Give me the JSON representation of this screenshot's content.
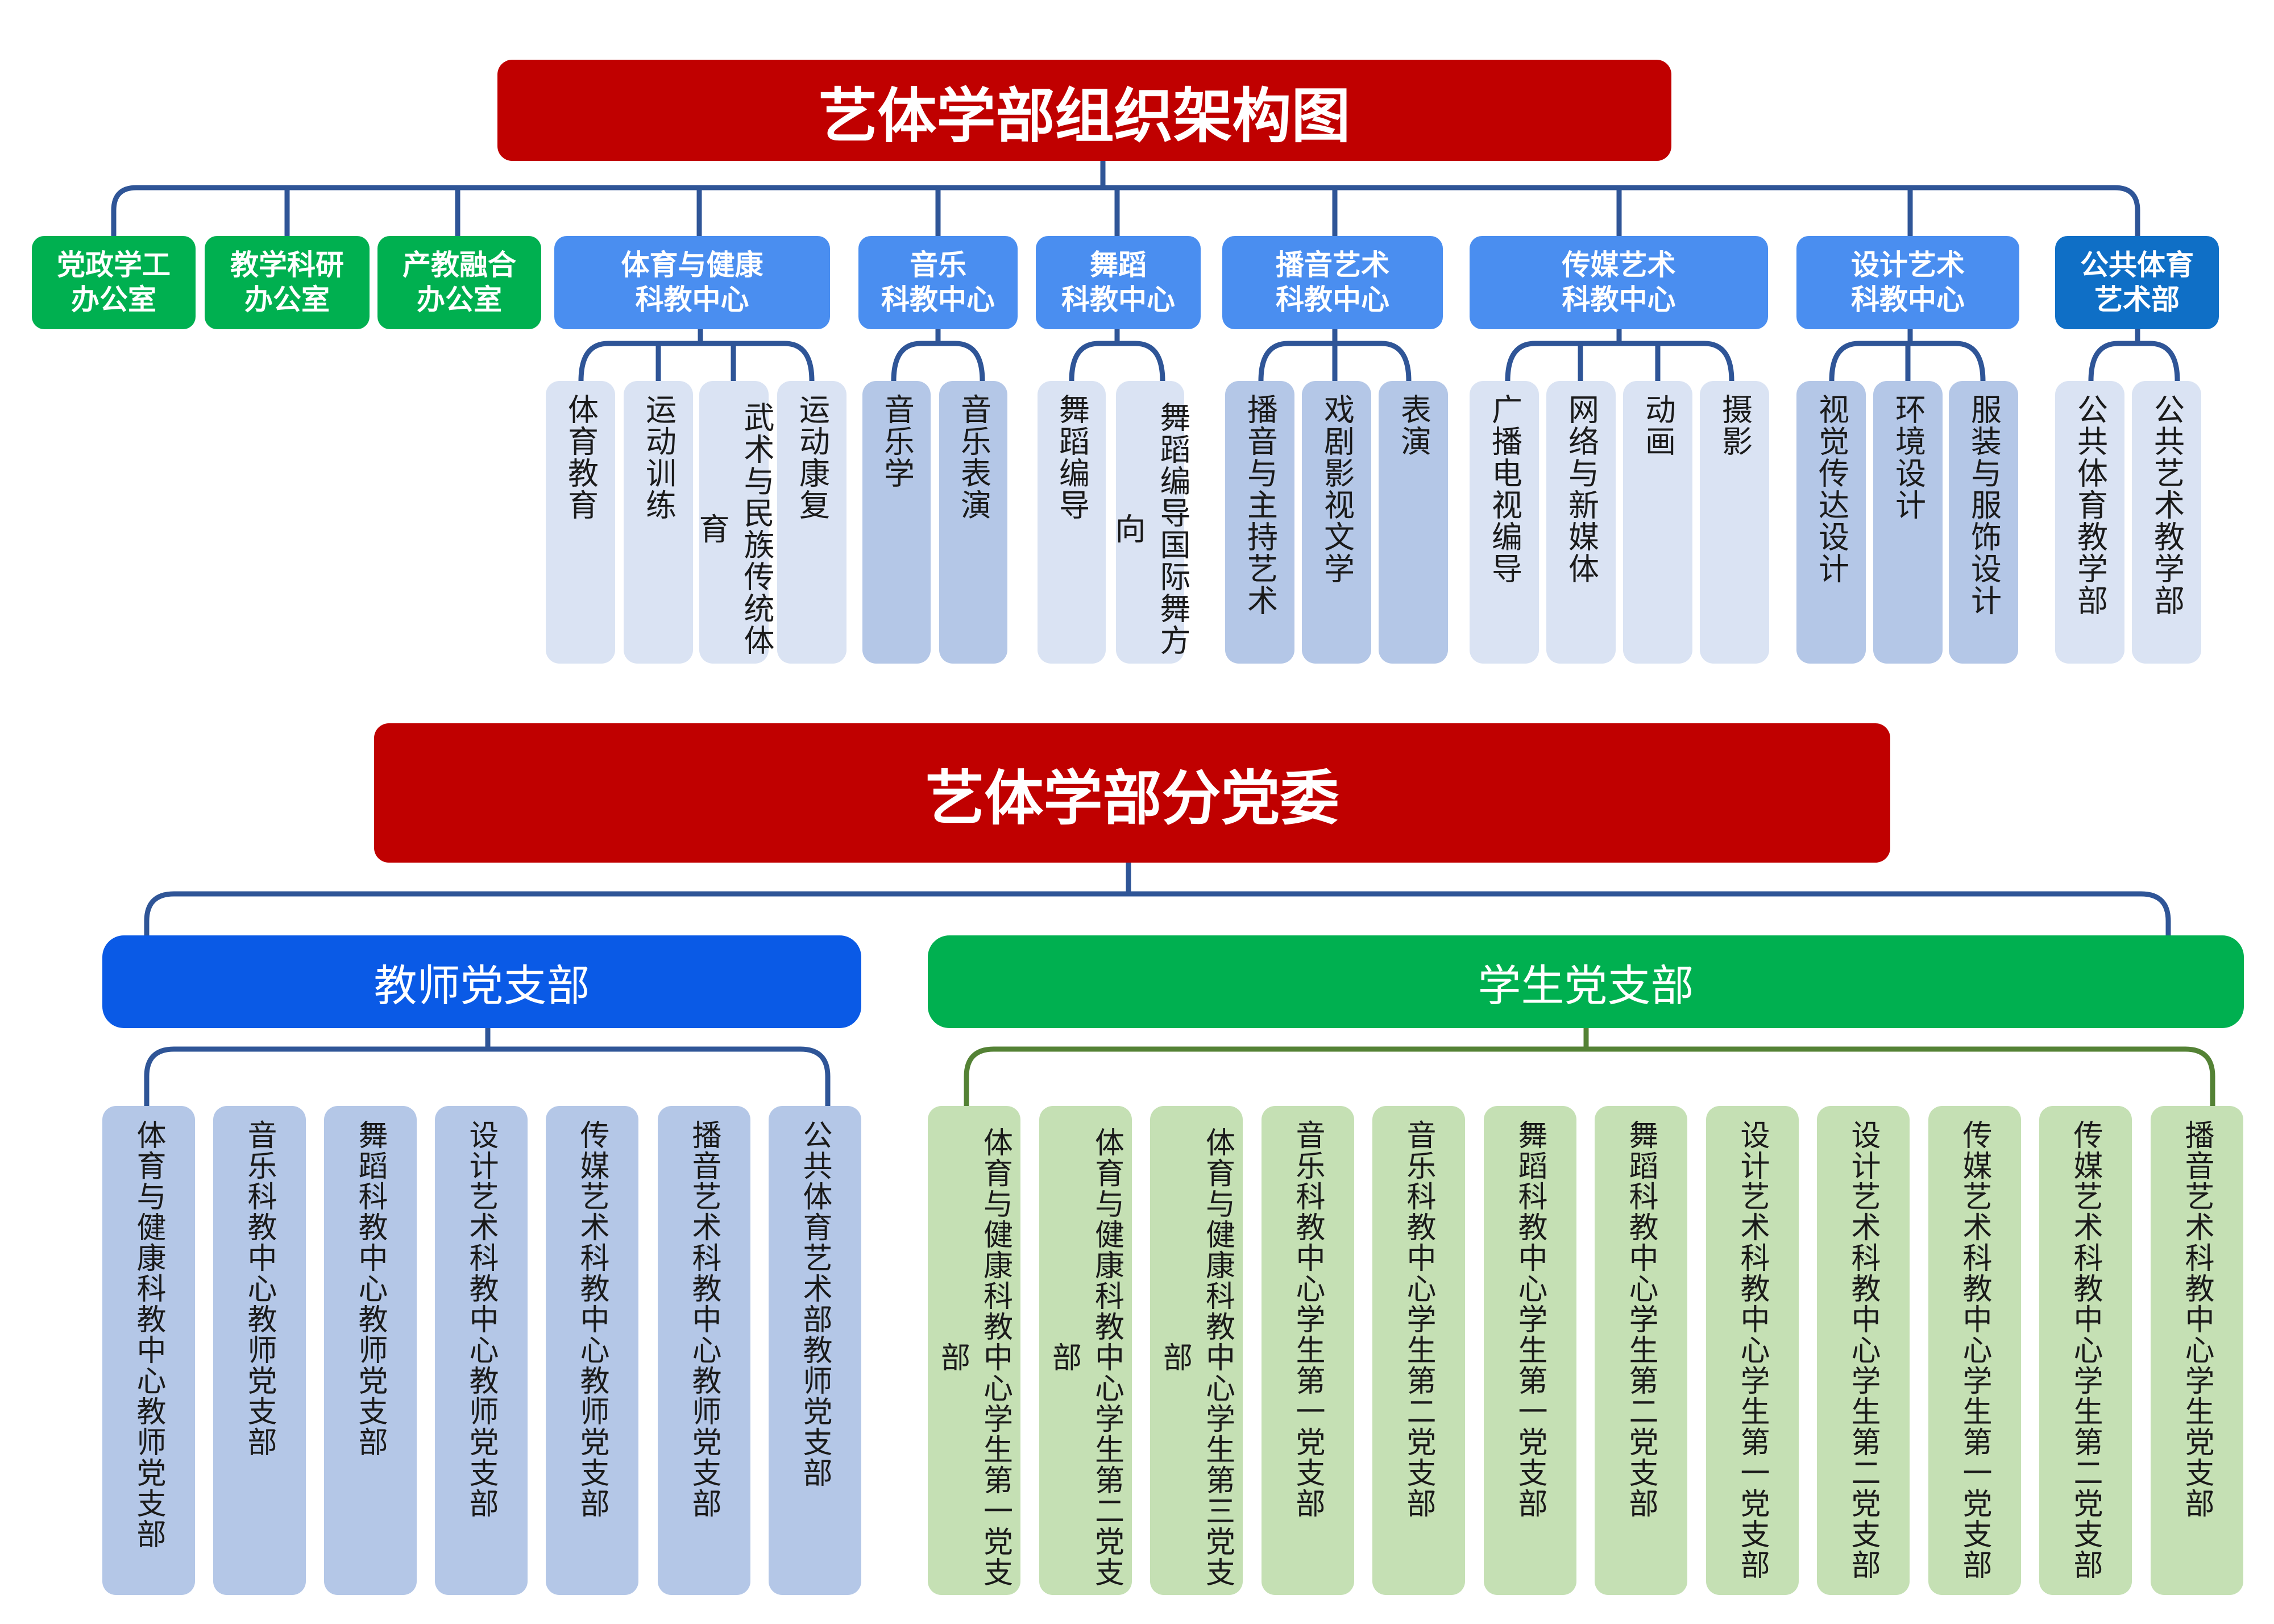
{
  "titles": {
    "org": "艺体学部组织架构图",
    "committee": "艺体学部分党委"
  },
  "offices": [
    "党政学工\n办公室",
    "教学科研\n办公室",
    "产教融合\n办公室"
  ],
  "centers": [
    {
      "name": "体育与健康\n科教中心",
      "majors": [
        "体育教育",
        "运动训练",
        "武术与民族传统体育",
        "运动康复"
      ]
    },
    {
      "name": "音乐\n科教中心",
      "majors": [
        "音乐学",
        "音乐表演"
      ]
    },
    {
      "name": "舞蹈\n科教中心",
      "majors": [
        "舞蹈编导",
        "舞蹈编导国际舞方向"
      ]
    },
    {
      "name": "播音艺术\n科教中心",
      "majors": [
        "播音与主持艺术",
        "戏剧影视文学",
        "表演"
      ]
    },
    {
      "name": "传媒艺术\n科教中心",
      "majors": [
        "广播电视编导",
        "网络与新媒体",
        "动画",
        "摄影"
      ]
    },
    {
      "name": "设计艺术\n科教中心",
      "majors": [
        "视觉传达设计",
        "环境设计",
        "服装与服饰设计"
      ]
    },
    {
      "name": "公共体育\n艺术部",
      "majors": [
        "公共体育教学部",
        "公共艺术教学部"
      ]
    }
  ],
  "teacher_branch": {
    "label": "教师党支部",
    "units": [
      "体育与健康科教中心教师党支部",
      "音乐科教中心教师党支部",
      "舞蹈科教中心教师党支部",
      "设计艺术科教中心教师党支部",
      "传媒艺术科教中心教师党支部",
      "播音艺术科教中心教师党支部",
      "公共体育艺术部教师党支部"
    ]
  },
  "student_branch": {
    "label": "学生党支部",
    "units": [
      "体育与健康科教中心学生第一党支部",
      "体育与健康科教中心学生第二党支部",
      "体育与健康科教中心学生第三党支部",
      "音乐科教中心学生第一党支部",
      "音乐科教中心学生第二党支部",
      "舞蹈科教中心学生第一党支部",
      "舞蹈科教中心学生第二党支部",
      "设计艺术科教中心学生第一党支部",
      "设计艺术科教中心学生第二党支部",
      "传媒艺术科教中心学生第一党支部",
      "传媒艺术科教中心学生第二党支部",
      "播音艺术科教中心学生党支部"
    ]
  },
  "colors": {
    "title_red": "#c00000",
    "office_green": "#00b050",
    "center_blue": "#4a8ef0",
    "public_navy": "#0f6fc6",
    "teacher_blue": "#0a5ae6",
    "student_green": "#00b050",
    "connector_blue": "#2f5597",
    "connector_green": "#548235",
    "leaf_light": "#dae3f3",
    "leaf_mid": "#b4c7e7",
    "leaf_green": "#c5e0b4"
  }
}
